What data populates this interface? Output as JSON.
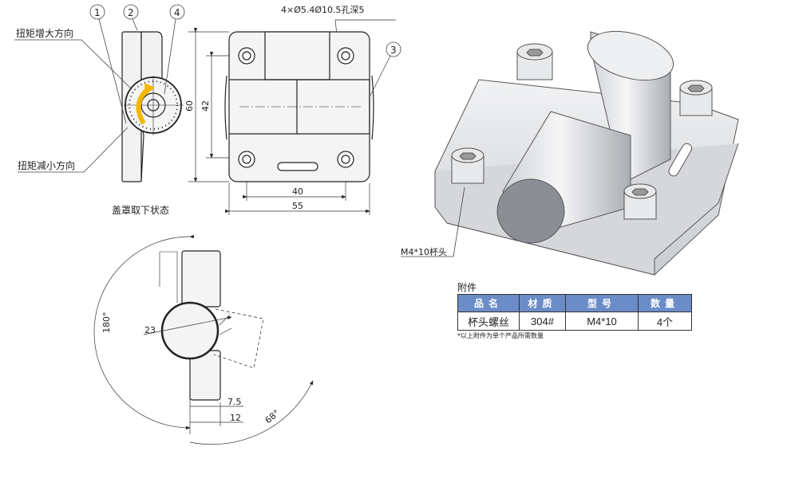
{
  "callouts": {
    "c1": "1",
    "c2": "2",
    "c3": "3",
    "c4": "4"
  },
  "labels": {
    "torque_increase": "扭矩增大方向",
    "torque_decrease": "扭矩减小方向",
    "cover_removed": "盖罩取下状态",
    "hole_spec": "4×Ø5.4Ø10.5孔深5",
    "screw_label": "M4*10杯头"
  },
  "dimensions": {
    "d60": "60",
    "d42": "42",
    "d40": "40",
    "d55": "55",
    "d180": "180°",
    "d23": "23",
    "d7_5": "7.5",
    "d12": "12",
    "d68": "68°"
  },
  "accessories": {
    "title": "附件",
    "headers": [
      "品名",
      "材质",
      "型号",
      "数量"
    ],
    "rows": [
      [
        "杯头螺丝",
        "304#",
        "M4*10",
        "4个"
      ]
    ],
    "note": "*以上附件为单个产品所需数量"
  },
  "colors": {
    "header_bg": "#6b8cc7",
    "arrow": "#f5b800"
  }
}
